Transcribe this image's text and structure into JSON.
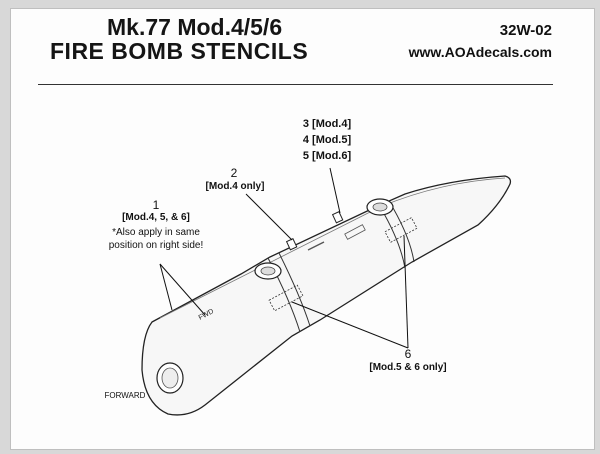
{
  "header": {
    "title_line1": "Mk.77 Mod.4/5/6",
    "title_line2": "FIRE BOMB STENCILS",
    "product_code": "32W-02",
    "website": "www.AOAdecals.com"
  },
  "callouts": {
    "c1": {
      "number": "1",
      "mods": "[Mod.4, 5, & 6]",
      "note_line1": "*Also apply in same",
      "note_line2": "position on right side!"
    },
    "c2": {
      "number": "2",
      "mods": "[Mod.4 only]"
    },
    "c3": {
      "line1": "3 [Mod.4]",
      "line2": "4 [Mod.5]",
      "line3": "5 [Mod.6]"
    },
    "c6": {
      "number": "6",
      "mods": "[Mod.5 & 6 only]"
    }
  },
  "forward_label": "FORWARD",
  "stencil_text": "FWD"
}
